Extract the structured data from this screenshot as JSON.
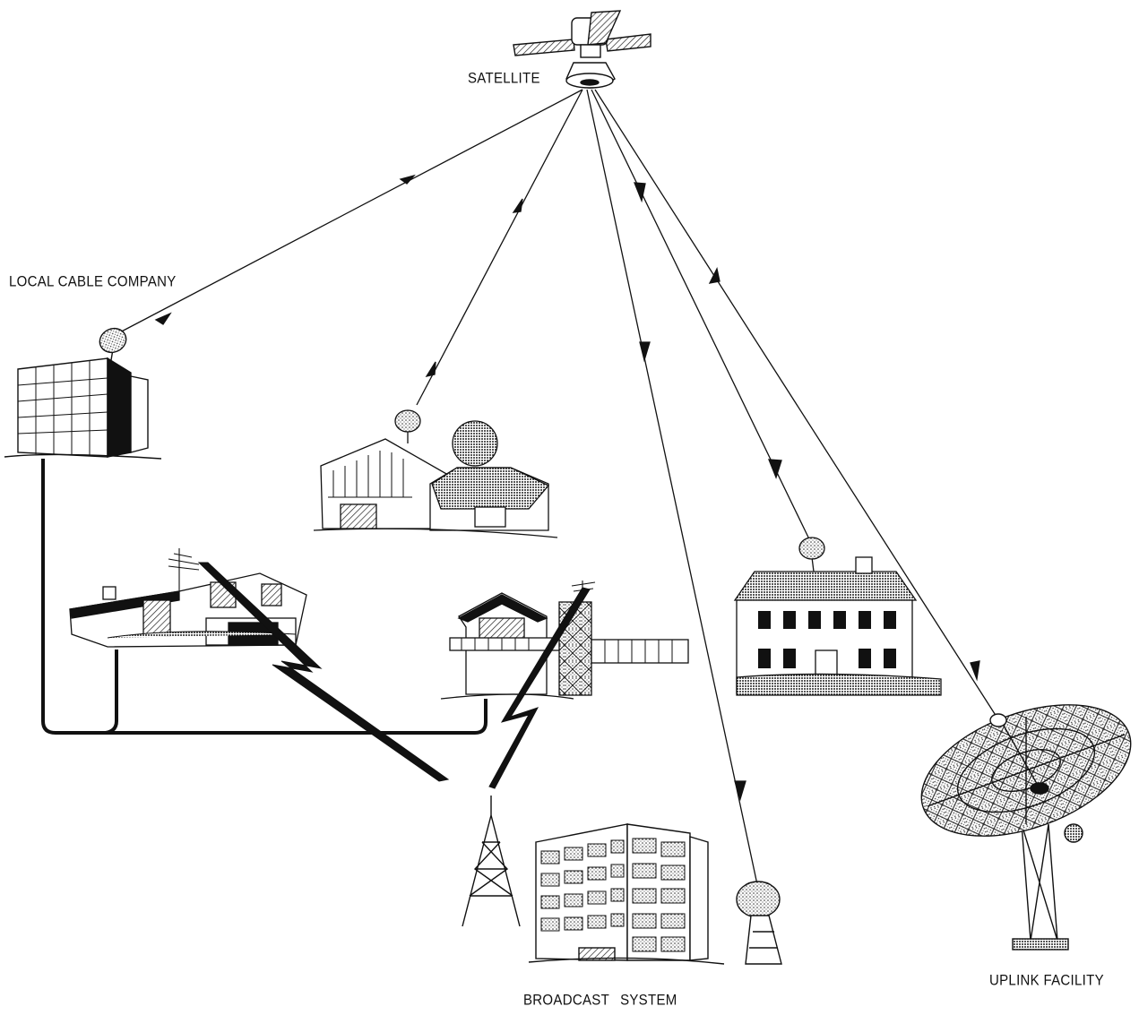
{
  "labels": {
    "satellite": "SATELLITE",
    "local_cable_company": "LOCAL CABLE COMPANY",
    "broadcast_word1": "BROADCAST",
    "broadcast_word2": "SYSTEM",
    "uplink_facility": "UPLINK FACILITY"
  },
  "colors": {
    "ink": "#111111",
    "paper": "#ffffff"
  }
}
